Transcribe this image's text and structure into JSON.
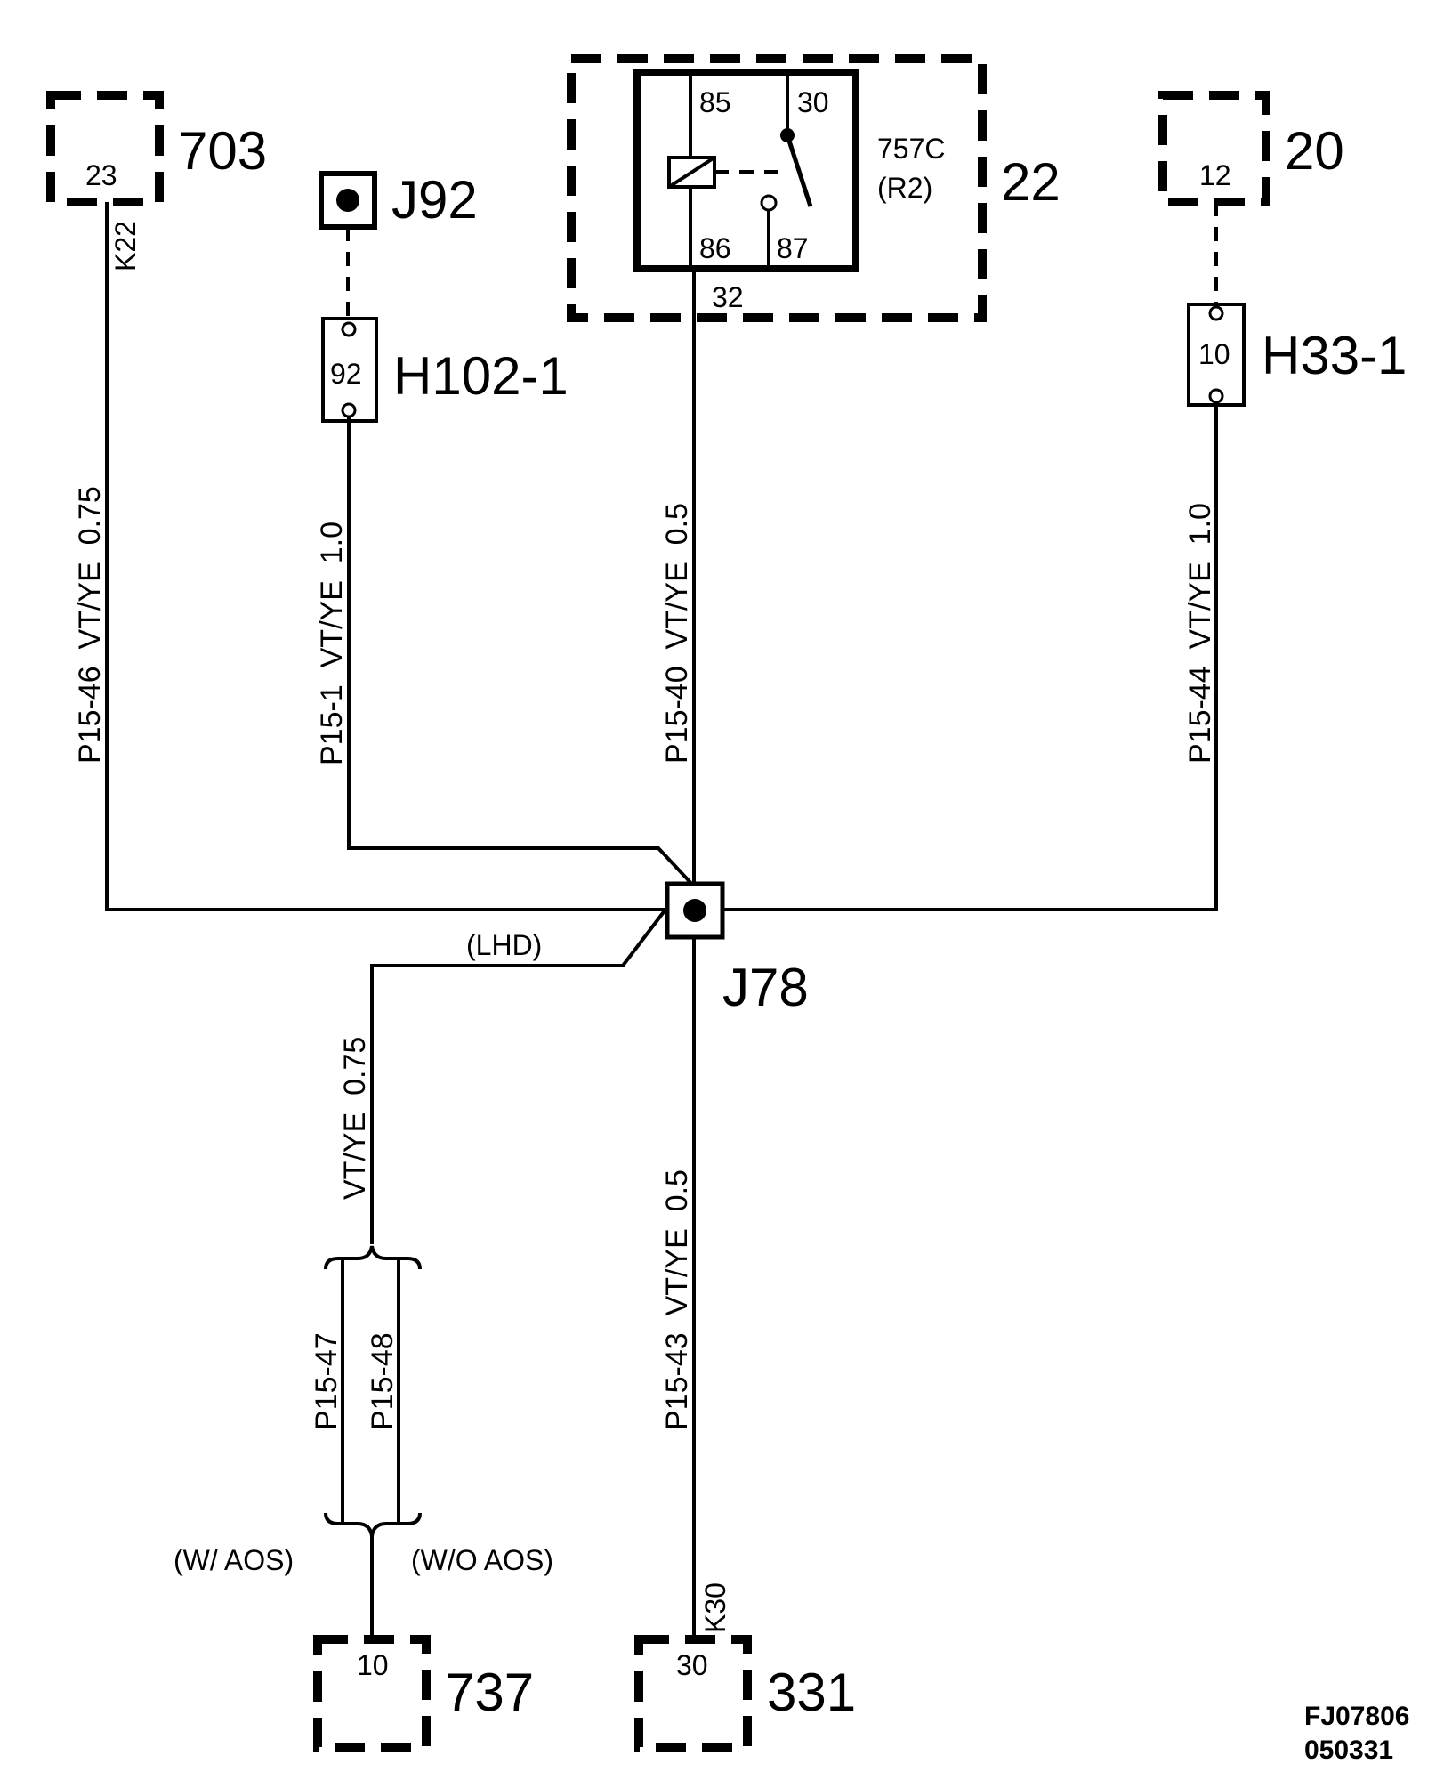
{
  "connectors": {
    "c703": {
      "pin": "23",
      "label": "703",
      "wire_code": "K22"
    },
    "c20": {
      "pin": "12",
      "label": "20"
    },
    "c737": {
      "pin": "10",
      "label": "737"
    },
    "c331": {
      "pin": "30",
      "label": "331",
      "wire_code": "K30"
    }
  },
  "relay": {
    "box_label": "22",
    "pin85": "85",
    "pin30": "30",
    "pin86": "86",
    "pin87": "87",
    "name_line1": "757C",
    "name_line2": "(R2)",
    "output_pin": "32"
  },
  "splices": {
    "j92": {
      "label": "J92"
    },
    "j78": {
      "label": "J78"
    }
  },
  "inline_connectors": {
    "h102": {
      "pin": "92",
      "label": "H102-1"
    },
    "h33": {
      "pin": "10",
      "label": "H33-1"
    }
  },
  "wires": {
    "w1": "P15-46  VT/YE  0.75",
    "w2": "P15-1  VT/YE  1.0",
    "w3": "P15-40  VT/YE  0.5",
    "w4": "P15-44  VT/YE  1.0",
    "w5": "VT/YE  0.75",
    "w6": "P15-43  VT/YE  0.5",
    "w7": "P15-47",
    "w8": "P15-48"
  },
  "options": {
    "lhd": "(LHD)",
    "with_aos": "(W/ AOS)",
    "without_aos": "(W/O AOS)"
  },
  "reference": {
    "line1": "FJ07806",
    "line2": "050331"
  }
}
